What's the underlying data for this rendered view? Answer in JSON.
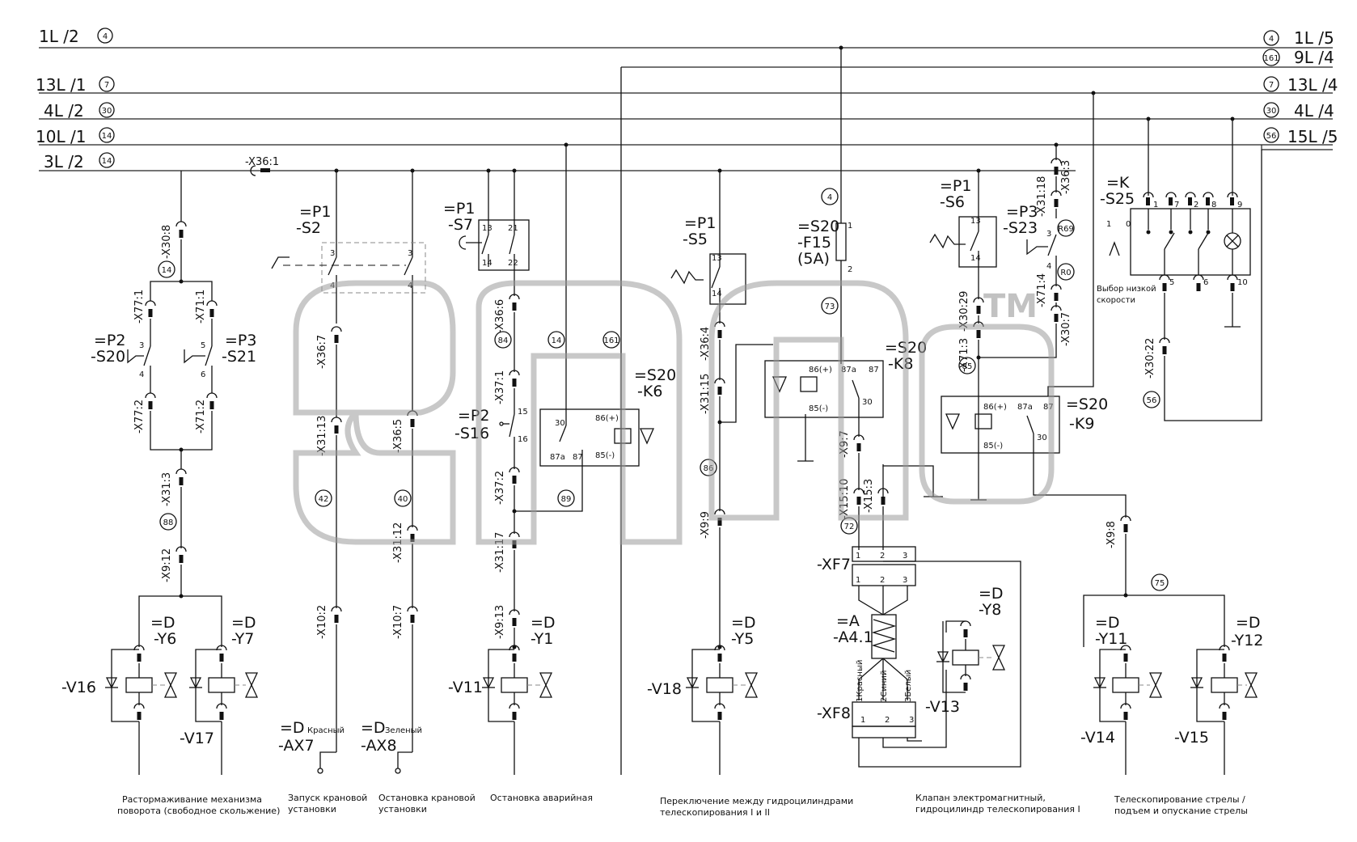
{
  "watermark": {
    "brand": "elcats",
    "tm": "TM"
  },
  "rails": [
    {
      "left": "1L /2",
      "num": "4",
      "right": "1L /5",
      "rnum": "4"
    },
    {
      "right": "9L /4",
      "rnum": "161"
    },
    {
      "left": "13L /1",
      "num": "7",
      "right": "13L /4",
      "rnum": "7"
    },
    {
      "left": "4L /2",
      "num": "30",
      "right": "4L /4",
      "rnum": "30"
    },
    {
      "left": "10L /1",
      "num": "14",
      "right": "15L /5",
      "rnum": "56"
    },
    {
      "left": "3L /2",
      "num": "14"
    }
  ],
  "connectors": [
    "-X36:1",
    "-X30:8",
    "-X77:1",
    "-X71:1",
    "-X77:2",
    "-X71:2",
    "-X31:3",
    "-X9:12",
    "-X36:7",
    "-X31:13",
    "-X10:2",
    "-X36:5",
    "-X31:12",
    "-X10:7",
    "-X36:6",
    "-X37:1",
    "-X37:2",
    "-X31:17",
    "-X9:13",
    "-X36:4",
    "-X31:15",
    "-X9:9",
    "-X9:7",
    "-X15:10",
    "-X15:3",
    "-X30:29",
    "-X71:3",
    "-X36:3",
    "-X31:18",
    "-X71:4",
    "-X30:7",
    "-X30:22",
    "-X9:8"
  ],
  "components": {
    "p2_s20": {
      "line1": "=P2",
      "line2": "-S20"
    },
    "p3_s21": {
      "line1": "=P3",
      "line2": "-S21"
    },
    "p1_s2": {
      "line1": "=P1",
      "line2": "-S2"
    },
    "p1_s7": {
      "line1": "=P1",
      "line2": "-S7"
    },
    "p2_s16": {
      "line1": "=P2",
      "line2": "-S16"
    },
    "s20_k6": {
      "line1": "=S20",
      "line2": "-K6"
    },
    "p1_s5": {
      "line1": "=P1",
      "line2": "-S5"
    },
    "s20_f15": {
      "line1": "=S20",
      "line2": "-F15",
      "line3": "(5A)"
    },
    "s20_k8": {
      "line1": "=S20",
      "line2": "-K8"
    },
    "p1_s6": {
      "line1": "=P1",
      "line2": "-S6"
    },
    "p3_s23": {
      "line1": "=P3",
      "line2": "-S23"
    },
    "s20_k9": {
      "line1": "=S20",
      "line2": "-K9"
    },
    "k_s25": {
      "line1": "=K",
      "line2": "-S25",
      "note1": "Выбор низкой",
      "note2": "скорости"
    },
    "d_y6": {
      "line1": "=D",
      "line2": "-Y6"
    },
    "d_y7": {
      "line1": "=D",
      "line2": "-Y7"
    },
    "d_y1": {
      "line1": "=D",
      "line2": "-Y1"
    },
    "d_y5": {
      "line1": "=D",
      "line2": "-Y5"
    },
    "d_y8": {
      "line1": "=D",
      "line2": "-Y8"
    },
    "a_a41": {
      "line1": "=A",
      "line2": "-A4.1"
    },
    "d_y11": {
      "line1": "=D",
      "line2": "-Y11"
    },
    "d_y12": {
      "line1": "=D",
      "line2": "-Y12"
    },
    "d_ax7": {
      "line1": "=D",
      "line2": "-AX7",
      "color": "Красный"
    },
    "d_ax8": {
      "line1": "=D",
      "line2": "-AX8",
      "color": "Зеленый"
    },
    "v16": "-V16",
    "v17": "-V17",
    "v11": "-V11",
    "v18": "-V18",
    "v13": "-V13",
    "v14": "-V14",
    "v15": "-V15",
    "xf7": "-XF7",
    "xf8": "-XF8",
    "xf8_pins": [
      "1Красный",
      "2Синий",
      "3Белый"
    ]
  },
  "wire_numbers": [
    "14",
    "88",
    "42",
    "40",
    "84",
    "14",
    "161",
    "89",
    "86",
    "4",
    "73",
    "72",
    "85",
    "R69",
    "R0",
    "56",
    "75"
  ],
  "relay_pins": {
    "p86": "86(+)",
    "p85": "85(-)",
    "p87a": "87a",
    "p87": "87",
    "p30": "30"
  },
  "captions": [
    {
      "l1": "Растормаживание механизма",
      "l2": "поворота (свободное скольжение)"
    },
    {
      "l1": "Запуск крановой",
      "l2": "установки"
    },
    {
      "l1": "Остановка крановой",
      "l2": "установки"
    },
    {
      "l1": "Остановка аварийная",
      "l2": ""
    },
    {
      "l1": "Переключение между гидроцилиндрами",
      "l2": "телескопирования I и II"
    },
    {
      "l1": "Клапан электромагнитный,",
      "l2": "гидроцилиндр телескопирования I"
    },
    {
      "l1": "Телескопирование стрелы /",
      "l2": "подъем и опускание стрелы"
    }
  ]
}
